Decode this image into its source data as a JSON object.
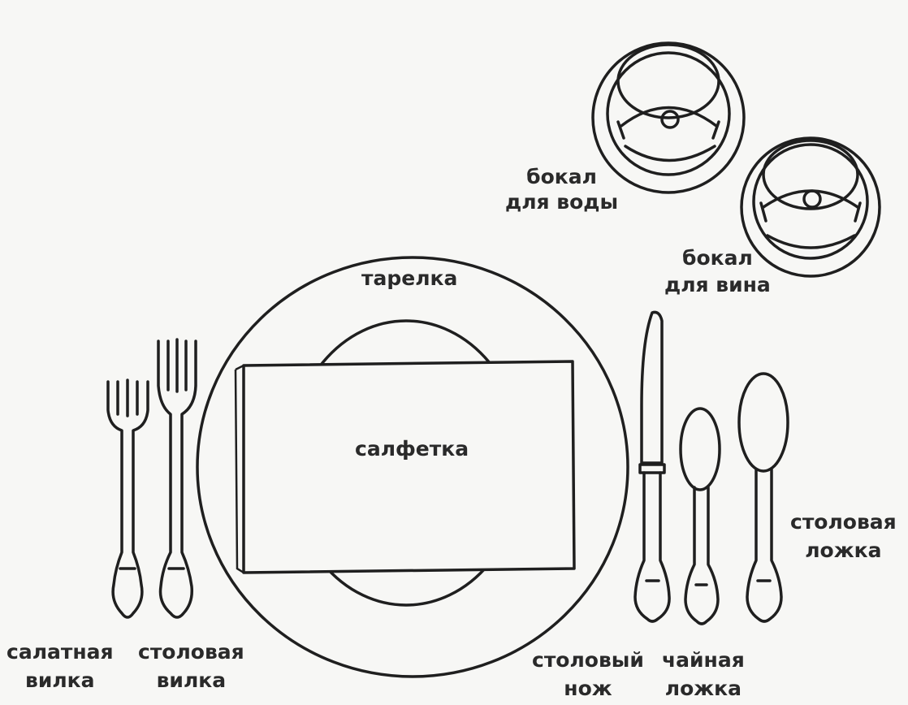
{
  "labels": {
    "water_glass": [
      "бокал",
      "для воды"
    ],
    "wine_glass": [
      "бокал",
      "для вина"
    ],
    "plate": "тарелка",
    "napkin": "салфетка",
    "salad_fork": [
      "салатная",
      "вилка"
    ],
    "dinner_fork": [
      "столовая",
      "вилка"
    ],
    "dinner_knife": [
      "столовый",
      "нож"
    ],
    "teaspoon": [
      "чайная",
      "ложка"
    ],
    "tablespoon": [
      "столовая",
      "ложка"
    ]
  },
  "colors": {
    "ink": "#1f1f1f",
    "paper": "#f7f7f5"
  }
}
